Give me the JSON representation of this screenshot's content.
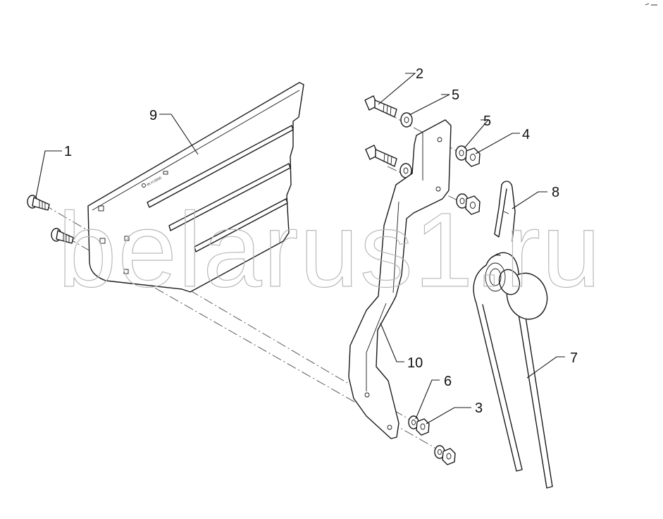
{
  "diagram": {
    "watermark": "belarus1.ru",
    "tiny_marking": "4К.Н.0000",
    "callouts": {
      "c1": "1",
      "c2": "2",
      "c3": "3",
      "c4": "4",
      "c5a": "5",
      "c5b": "5",
      "c6": "6",
      "c7": "7",
      "c8": "8",
      "c9": "9",
      "c10": "10"
    }
  }
}
